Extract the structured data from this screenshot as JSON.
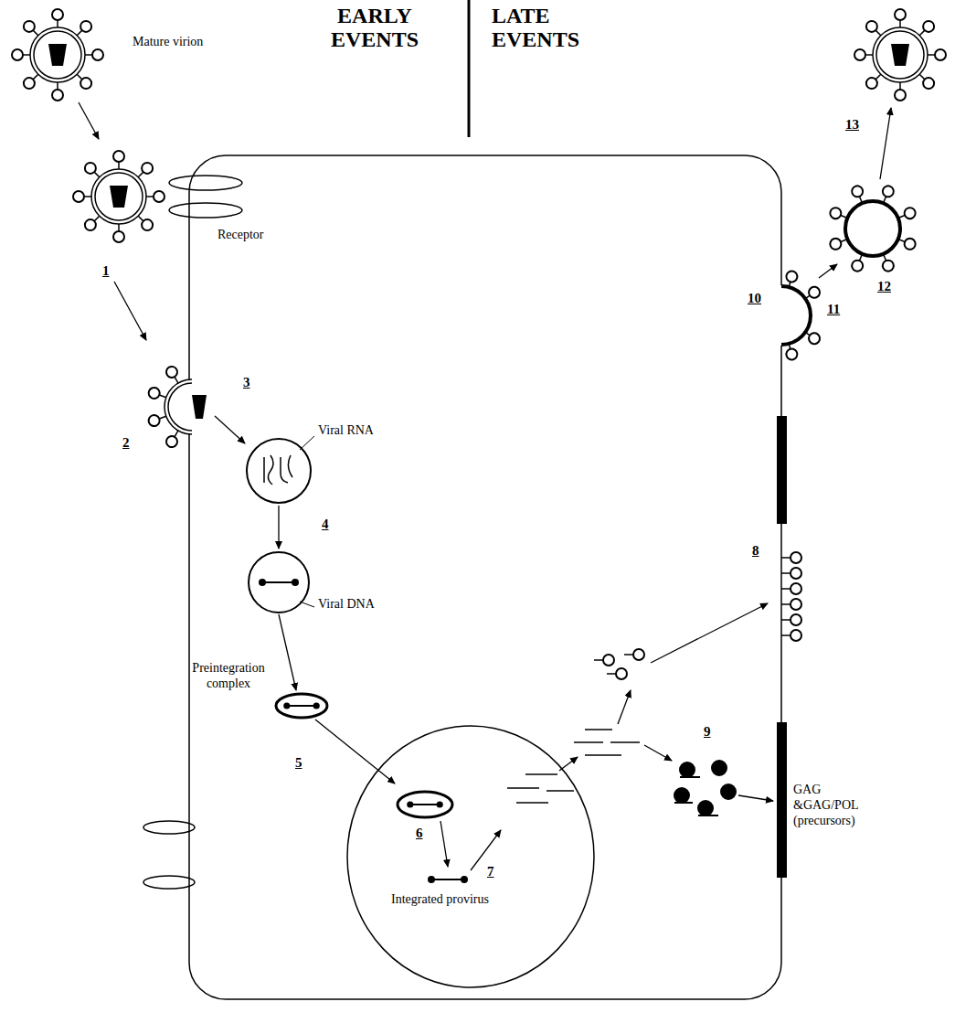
{
  "diagram": {
    "labels": [
      "EARLY EVENTS",
      "LATE EVENTS",
      "Mature virion",
      "Receptor",
      "1",
      "2",
      "3",
      "Viral RNA",
      "4",
      "Viral DNA",
      "Preintegration complex",
      "5",
      "6",
      "Integrated provirus",
      "7",
      "8",
      "9",
      "GAG &GAG/POL (precursors)",
      "10",
      "11",
      "12",
      "13"
    ]
  }
}
